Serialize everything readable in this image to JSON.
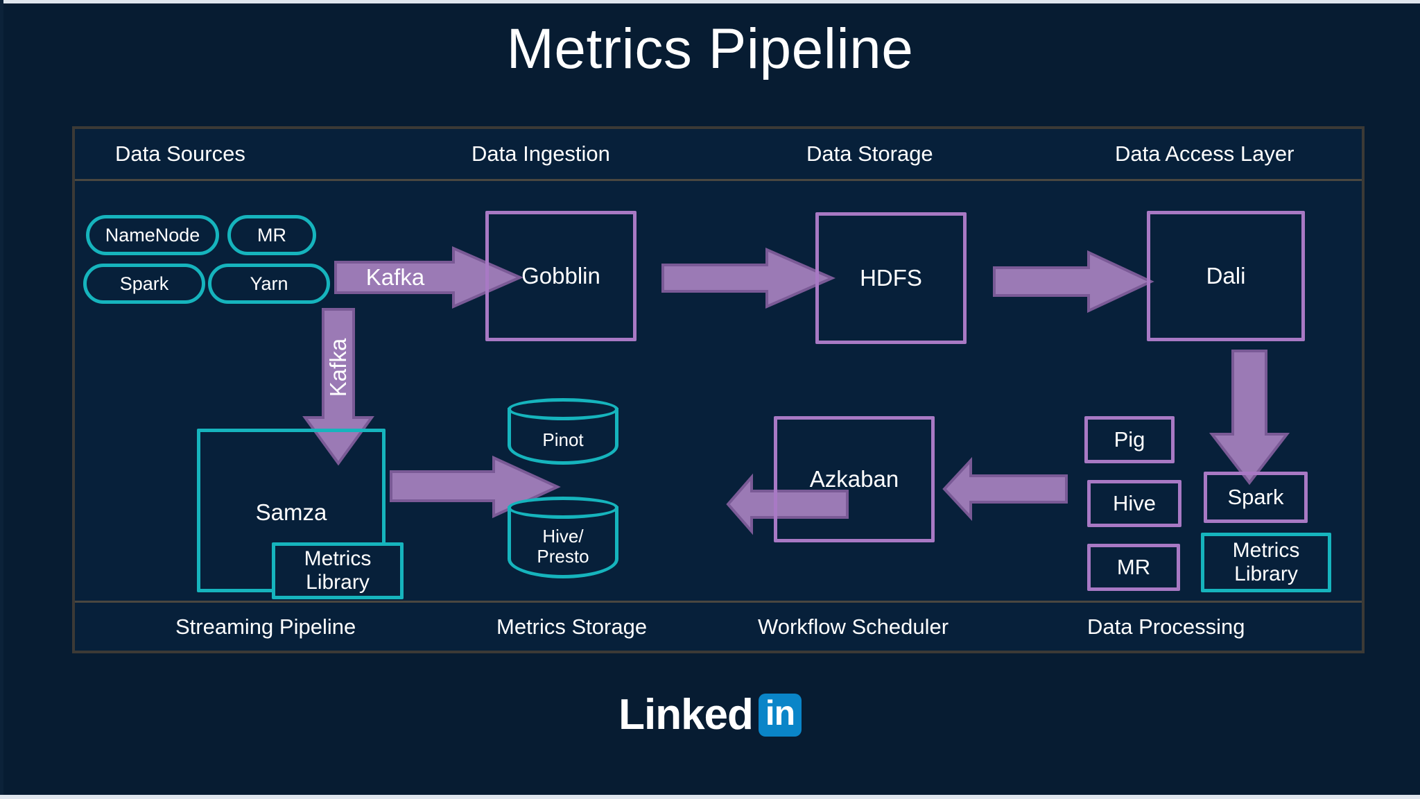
{
  "slide": {
    "title": "Metrics Pipeline",
    "background_color": "#071c32",
    "frame_border_color": "#3c3a36",
    "teal_color": "#16b4bd",
    "purple_color": "#a879c4",
    "text_color": "#ffffff"
  },
  "column_headers": [
    {
      "label": "Data Sources"
    },
    {
      "label": "Data Ingestion"
    },
    {
      "label": "Data Storage"
    },
    {
      "label": "Data Access Layer"
    }
  ],
  "column_footers": [
    {
      "label": "Streaming Pipeline"
    },
    {
      "label": "Metrics Storage"
    },
    {
      "label": "Workflow Scheduler"
    },
    {
      "label": "Data Processing"
    }
  ],
  "nodes": {
    "namenode": {
      "label": "NameNode",
      "shape": "pill",
      "color": "teal"
    },
    "mr_source": {
      "label": "MR",
      "shape": "pill",
      "color": "teal"
    },
    "spark_source": {
      "label": "Spark",
      "shape": "pill",
      "color": "teal"
    },
    "yarn": {
      "label": "Yarn",
      "shape": "pill",
      "color": "teal"
    },
    "gobblin": {
      "label": "Gobblin",
      "shape": "rect",
      "color": "purple"
    },
    "hdfs": {
      "label": "HDFS",
      "shape": "rect",
      "color": "purple"
    },
    "dali": {
      "label": "Dali",
      "shape": "rect",
      "color": "purple"
    },
    "samza": {
      "label": "Samza",
      "shape": "rect",
      "color": "teal"
    },
    "metrics_library_samza": {
      "label": "Metrics Library",
      "shape": "rect",
      "color": "teal"
    },
    "pinot": {
      "label": "Pinot",
      "shape": "cylinder",
      "color": "teal"
    },
    "hive_presto": {
      "label": "Hive/ Presto",
      "shape": "cylinder",
      "color": "teal"
    },
    "azkaban": {
      "label": "Azkaban",
      "shape": "rect",
      "color": "purple"
    },
    "pig": {
      "label": "Pig",
      "shape": "rect",
      "color": "purple"
    },
    "hive": {
      "label": "Hive",
      "shape": "rect",
      "color": "purple"
    },
    "mr_proc": {
      "label": "MR",
      "shape": "rect",
      "color": "purple"
    },
    "spark_proc": {
      "label": "Spark",
      "shape": "rect",
      "color": "purple"
    },
    "metrics_library_proc": {
      "label": "Metrics Library",
      "shape": "rect",
      "color": "teal"
    }
  },
  "arrows": [
    {
      "id": "kafka-horizontal",
      "label": "Kafka",
      "direction": "right",
      "from": "data-sources",
      "to": "gobblin"
    },
    {
      "id": "kafka-vertical",
      "label": "Kafka",
      "direction": "down",
      "from": "yarn",
      "to": "samza"
    },
    {
      "id": "gobblin-to-hdfs",
      "label": "",
      "direction": "right",
      "from": "gobblin",
      "to": "hdfs"
    },
    {
      "id": "hdfs-to-dali",
      "label": "",
      "direction": "right",
      "from": "hdfs",
      "to": "dali"
    },
    {
      "id": "dali-to-spark",
      "label": "",
      "direction": "down",
      "from": "dali",
      "to": "spark_proc"
    },
    {
      "id": "samza-to-storage",
      "label": "",
      "direction": "right",
      "from": "samza",
      "to": "metrics-storage"
    },
    {
      "id": "azkaban-to-storage",
      "label": "",
      "direction": "left",
      "from": "azkaban",
      "to": "hive_presto"
    },
    {
      "id": "processing-to-azkaban",
      "label": "",
      "direction": "left",
      "from": "data-processing",
      "to": "azkaban"
    }
  ],
  "branding": {
    "wordmark": "Linked",
    "badge": "in",
    "badge_color": "#0a85c8"
  }
}
